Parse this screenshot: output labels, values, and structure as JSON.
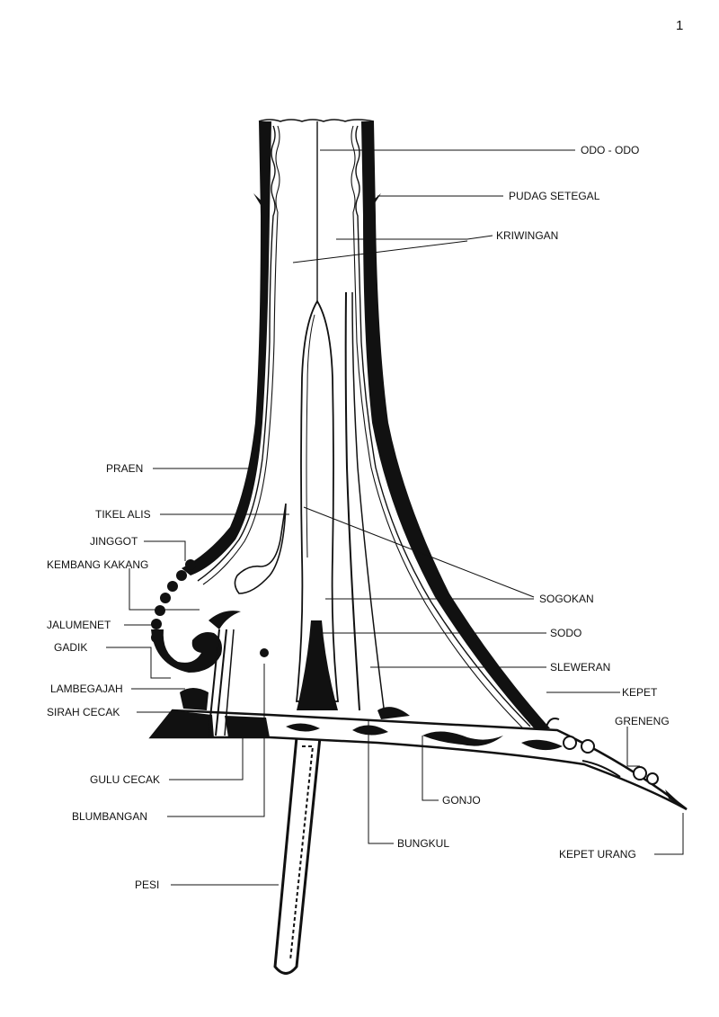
{
  "page_number": "1",
  "labels": {
    "odo_odo": "ODO - ODO",
    "pudag_setegal": "PUDAG SETEGAL",
    "kriwingan": "KRIWINGAN",
    "praen": "PRAEN",
    "tikel_alis": "TIKEL ALIS",
    "jinggot": "JINGGOT",
    "kembang_kakang": "KEMBANG KAKANG",
    "jalumenet": "JALUMENET",
    "gadik": "GADIK",
    "lambegajah": "LAMBEGAJAH",
    "sirah_cecak": "SIRAH CECAK",
    "gulu_cecak": "GULU CECAK",
    "blumbangan": "BLUMBANGAN",
    "pesi": "PESI",
    "sogokan": "SOGOKAN",
    "sodo": "SODO",
    "sleweran": "SLEWERAN",
    "kepet": "KEPET",
    "greneng": "GRENENG",
    "gonjo": "GONJO",
    "bungkul": "BUNGKUL",
    "kepet_urang": "KEPET URANG"
  }
}
